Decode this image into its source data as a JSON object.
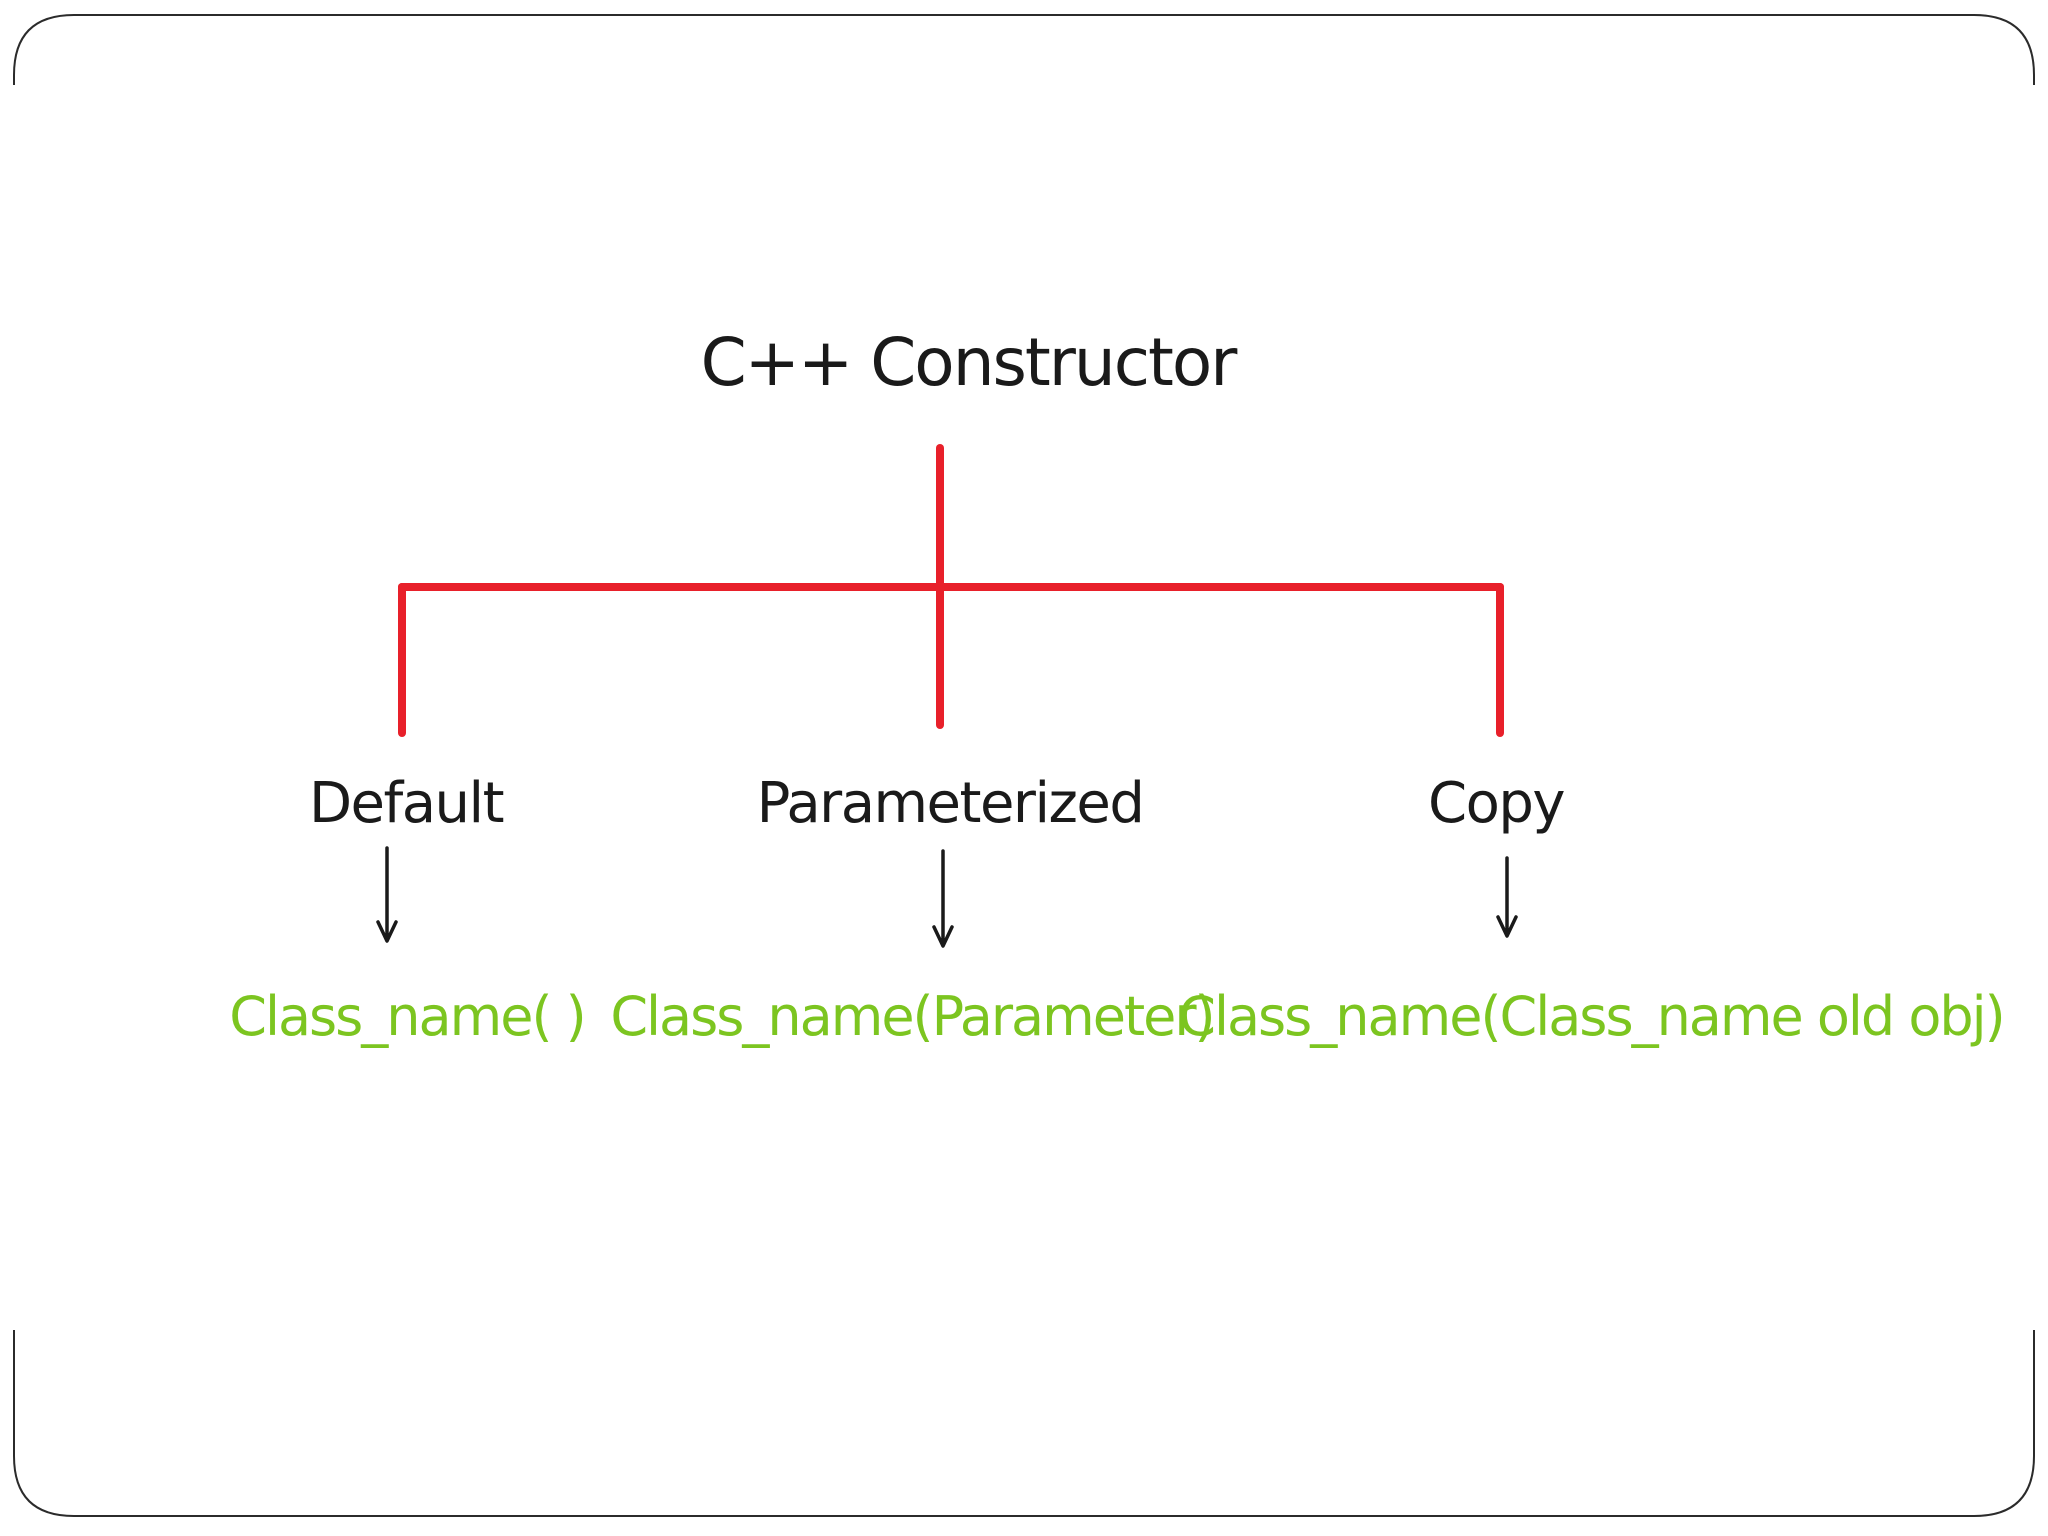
{
  "diagram": {
    "root": {
      "label": "C++ Constructor"
    },
    "branches": [
      {
        "type": "Default",
        "syntax": "Class_name( )"
      },
      {
        "type": "Parameterized",
        "syntax": "Class_name(Parameter)"
      },
      {
        "type": "Copy",
        "syntax": "Class_name(Class_name old obj)"
      }
    ]
  },
  "colors": {
    "connector": "#e8202a",
    "syntax_text": "#7cc520",
    "label_text": "#1a1a1a"
  }
}
